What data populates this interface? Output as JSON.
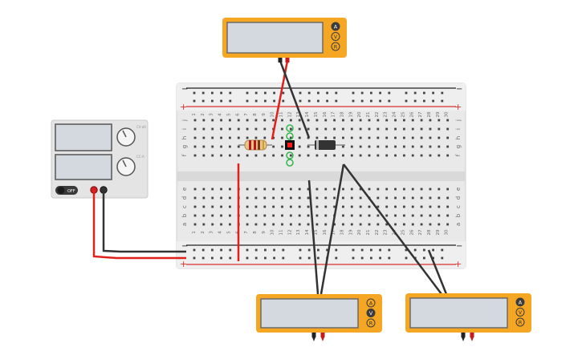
{
  "colors": {
    "meter_body": "#f5a623",
    "meter_screen": "#d3d9df",
    "meter_button": "#3c3c3c",
    "wire_red": "#e0201b",
    "wire_black": "#333333",
    "breadboard": "#e9e9e9",
    "rail_red": "#d9302c",
    "rail_black": "#222222",
    "psu_body": "#e4e4e4",
    "psu_screen": "#d3d9df",
    "led_red": "#ff1a1a",
    "diode": "#333333",
    "highlight_green": "#2fb54a"
  },
  "breadboard": {
    "top_rail_minus": "−",
    "top_rail_plus": "+",
    "bottom_rail_minus": "−",
    "bottom_rail_plus": "+",
    "row_letters_top": [
      "j",
      "i",
      "h",
      "g",
      "f"
    ],
    "row_letters_bottom": [
      "e",
      "d",
      "c",
      "b",
      "a"
    ],
    "columns": [
      "1",
      "2",
      "3",
      "4",
      "5",
      "6",
      "7",
      "8",
      "9",
      "10",
      "11",
      "12",
      "13",
      "14",
      "15",
      "16",
      "17",
      "18",
      "19",
      "20",
      "21",
      "22",
      "23",
      "24",
      "25",
      "26",
      "27",
      "28",
      "29",
      "30"
    ]
  },
  "multimeters": [
    {
      "name": "multimeter-top",
      "buttons": [
        "A",
        "V",
        "R"
      ],
      "active": "A"
    },
    {
      "name": "multimeter-bottom-left",
      "buttons": [
        "A",
        "V",
        "R"
      ],
      "active": "V"
    },
    {
      "name": "multimeter-bottom-right",
      "buttons": [
        "A",
        "V",
        "R"
      ],
      "active": "A"
    }
  ],
  "power_supply": {
    "off_label": "OFF",
    "knob1_top": "CV-dA",
    "knob2_top": "CC-A"
  },
  "components": {
    "resistor": "resistor",
    "led": "led",
    "diode": "diode"
  }
}
